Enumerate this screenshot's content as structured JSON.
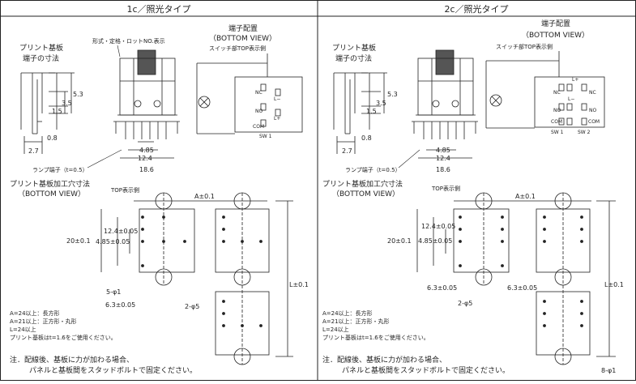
{
  "panels": [
    {
      "header": "1c／照光タイプ",
      "pcb_terminal_label": "プリント基板\n端子の寸法",
      "terminal_layout_title": "端子配置",
      "bottom_view": "（BOTTOM VIEW）",
      "switch_top_label": "スイッチ部TOP表示側",
      "model_label": "形式・定格・ロットNO.表示",
      "lamp_terminal": "ランプ端子（t=0.5）",
      "pcb_hole_title": "プリント基板加工穴寸法",
      "pcb_hole_sub": "（BOTTOM VIEW）",
      "top_side": "TOP表示側",
      "dims": {
        "d53": "5.3",
        "d35": "3.5",
        "d15": "1.5",
        "d27": "2.7",
        "d08": "0.8",
        "d485": "4.85",
        "d124": "12.4",
        "d186": "18.6",
        "A": "A±0.1",
        "h124": "12.4±0.05",
        "h485": "4.85±0.05",
        "h20": "20±0.1",
        "holes5": "5-φ1",
        "holes2": "2-φ5",
        "pitch63": "6.3±0.05",
        "L": "L±0.1"
      },
      "terminals": [
        "NC",
        "L−",
        "NO",
        "L+",
        "COM"
      ],
      "sw_labels": [
        "SW 1"
      ],
      "notes": [
        "A=24以上：長方形",
        "A=21以上：正方形・丸形",
        "L=24以上",
        "プリント基板はt=1.6をご使用ください。"
      ],
      "note_main": "注．配線後、基板に力が加わる場合、",
      "note_main2": "パネルと基板間をスタッドボルトで固定ください。"
    },
    {
      "header": "2c／照光タイプ",
      "pcb_terminal_label": "プリント基板\n端子の寸法",
      "terminal_layout_title": "端子配置",
      "bottom_view": "（BOTTOM VIEW）",
      "switch_top_label": "スイッチ部TOP表示側",
      "lamp_terminal": "ランプ端子（t=0.5）",
      "pcb_hole_title": "プリント基板加工穴寸法",
      "pcb_hole_sub": "（BOTTOM VIEW）",
      "top_side": "TOP表示側",
      "dims": {
        "d53": "5.3",
        "d35": "3.5",
        "d15": "1.5",
        "d27": "2.7",
        "d08": "0.8",
        "d485": "4.85",
        "d124": "12.4",
        "d186": "18.6",
        "A": "A±0.1",
        "h124": "12.4±0.05",
        "h485": "4.85±0.05",
        "h20": "20±0.1",
        "holes2": "2-φ5",
        "holes8": "8-φ1",
        "pitch63a": "6.3±0.05",
        "pitch63b": "6.3±0.05",
        "L": "L±0.1"
      },
      "terminals_left": [
        "NC",
        "NO",
        "COM"
      ],
      "terminals_right": [
        "NC",
        "NO",
        "COM"
      ],
      "lamp": "L−",
      "lamp2": "L+",
      "sw_labels": [
        "SW 1",
        "SW 2"
      ],
      "notes": [
        "A=24以上：長方形",
        "A=21以上：正方形・丸形",
        "L=24以上",
        "プリント基板はt=1.6をご使用ください。"
      ],
      "note_main": "注．配線後、基板に力が加わる場合、",
      "note_main2": "パネルと基板間をスタッドボルトで固定ください。"
    }
  ]
}
